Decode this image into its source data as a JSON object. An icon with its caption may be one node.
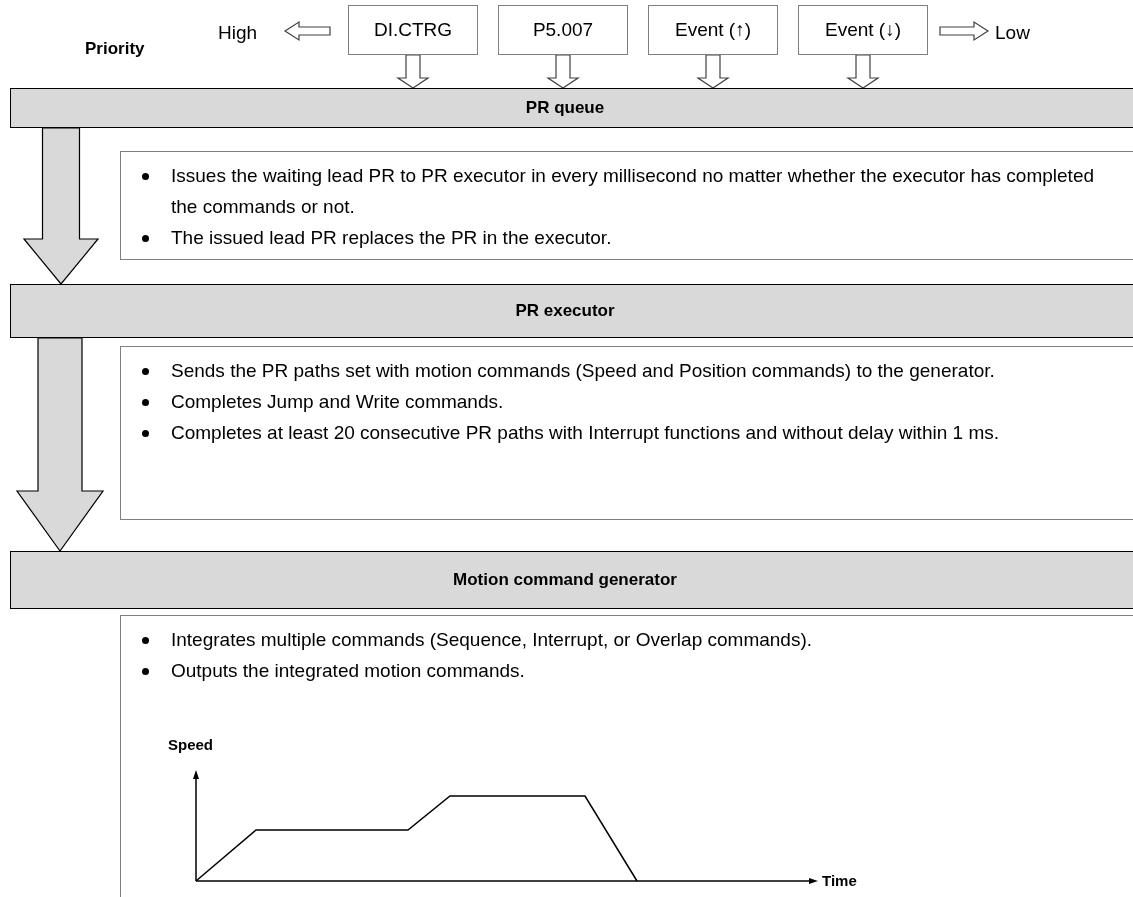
{
  "diagram": {
    "nodes": [
      {
        "text": [
          "DI.CTRG"
        ]
      },
      {
        "text": [
          "P5.007"
        ]
      },
      {
        "text": [
          "Event (↑)"
        ]
      },
      {
        "text": [
          "Event (↓)"
        ]
      },
      {
        "text": [
          "PR queue"
        ]
      },
      {
        "text": [
          "Issues the waiting lead PR to PR executor in every millisecond no matter whether the executor has completed the commands or not.",
          "The issued lead PR replaces the PR in the executor."
        ]
      },
      {
        "text": [
          "PR executor"
        ]
      },
      {
        "text": [
          "Sends the PR paths set with motion commands (Speed and Position commands) to the generator.",
          "Completes Jump and Write commands.",
          "Completes at least 20 consecutive PR paths with Interrupt functions and without delay within 1 ms."
        ]
      },
      {
        "text": [
          "Motion command generator"
        ]
      },
      {
        "text": [
          "Integrates multiple commands (Sequence, Interrupt, or Overlap commands).",
          "Outputs the integrated motion commands."
        ]
      }
    ],
    "edges": [
      {
        "from": 0,
        "to": 4,
        "arrow": "to"
      },
      {
        "from": 1,
        "to": 4,
        "arrow": "to"
      },
      {
        "from": 2,
        "to": 4,
        "arrow": "to"
      },
      {
        "from": 3,
        "to": 4,
        "arrow": "to"
      },
      {
        "from": 4,
        "to": 6,
        "arrow": "to"
      },
      {
        "from": 6,
        "to": 8,
        "arrow": "to"
      }
    ],
    "labels": [
      "Priority",
      "High",
      "Low",
      "Speed",
      "Time"
    ]
  }
}
